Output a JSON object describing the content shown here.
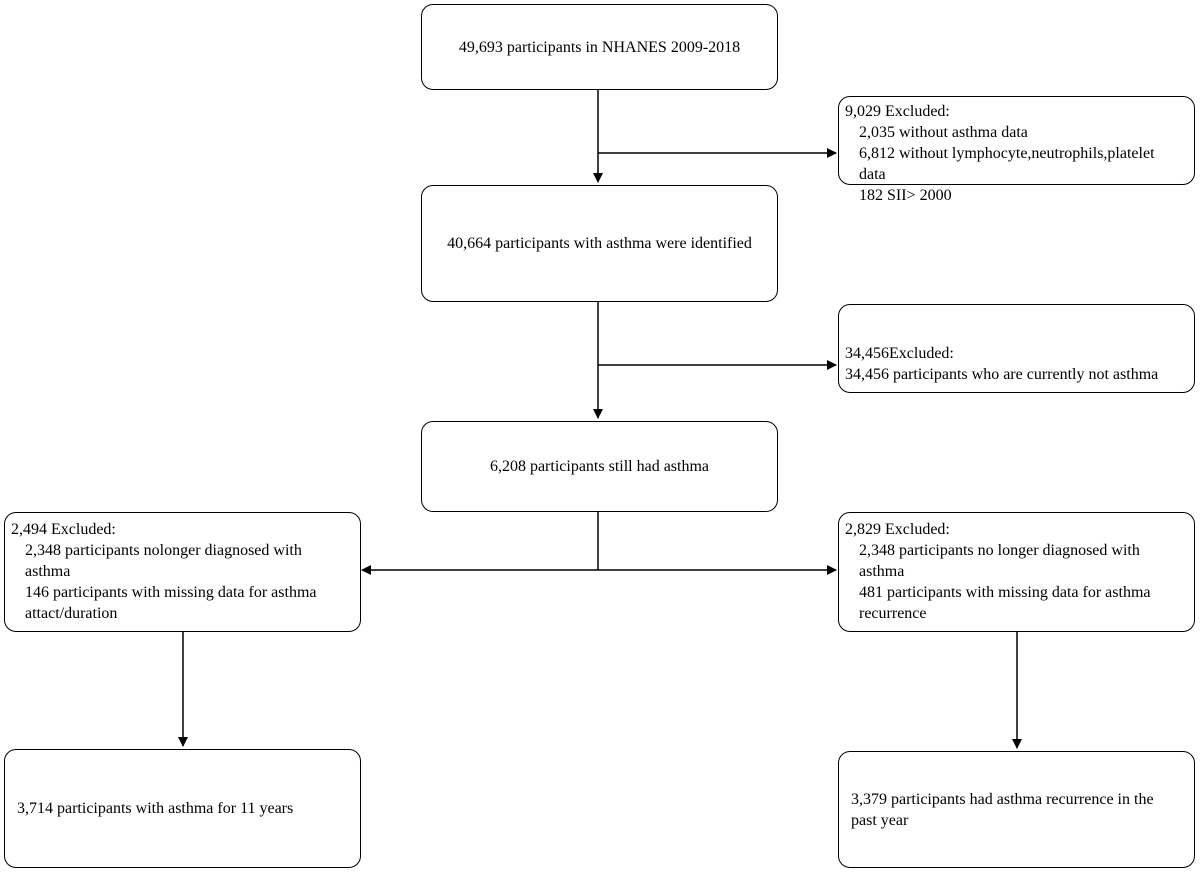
{
  "boxes": {
    "nhanes": "49,693 participants in NHANES 2009-2018",
    "identified": "40,664 participants with asthma were identified",
    "still": "6,208 participants still had asthma",
    "duration": "3,714 participants with asthma for 11 years",
    "recurrence": "3,379 participants had asthma recurrence in the past year"
  },
  "excluded1": {
    "title": "9,029 Excluded:",
    "lines": [
      "2,035 without asthma data",
      "6,812 without lymphocyte,neutrophils,platelet",
      "data",
      "182 SII> 2000"
    ]
  },
  "excluded2": {
    "title": "34,456Excluded:",
    "lines": [
      "34,456 participants who are currently not asthma"
    ]
  },
  "excluded3": {
    "title": "2,494 Excluded:",
    "lines": [
      "2,348 participants nolonger diagnosed with",
      "asthma",
      "146 participants with missing data for asthma",
      "attact/duration"
    ]
  },
  "excluded4": {
    "title": "2,829 Excluded:",
    "lines": [
      "2,348 participants no longer diagnosed with",
      "asthma",
      "481 participants with missing data for asthma",
      "recurrence"
    ]
  }
}
